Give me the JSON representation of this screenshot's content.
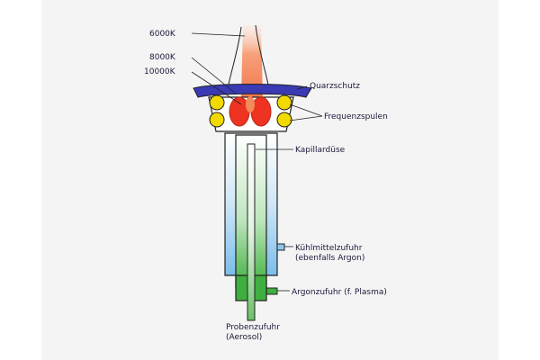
{
  "labels": {
    "temp_6000": "6000K",
    "temp_8000": "8000K",
    "temp_10000": "10000K",
    "quarzschutz": "Quarzschutz",
    "frequenzspulen": "Frequenzspulen",
    "kapillarduese": "Kapillardüse",
    "kuehlmittel_line1": "Kühlmittelzufuhr",
    "kuehlmittel_line2": "(ebenfalls Argon)",
    "argon": "Argonzufuhr (f. Plasma)",
    "probe_line1": "Probenzufuhr",
    "probe_line2": "(Aerosol)"
  },
  "colors": {
    "background": "#f4f4f4",
    "quartz_shield": "#3a3ab4",
    "coil": "#f2d900",
    "plasma_hot": "#ee3322",
    "plasma_flame": "#f58a5a",
    "torch_cooling": "#8fc8ef",
    "argon_green": "#3faf3f",
    "line": "#222222"
  }
}
